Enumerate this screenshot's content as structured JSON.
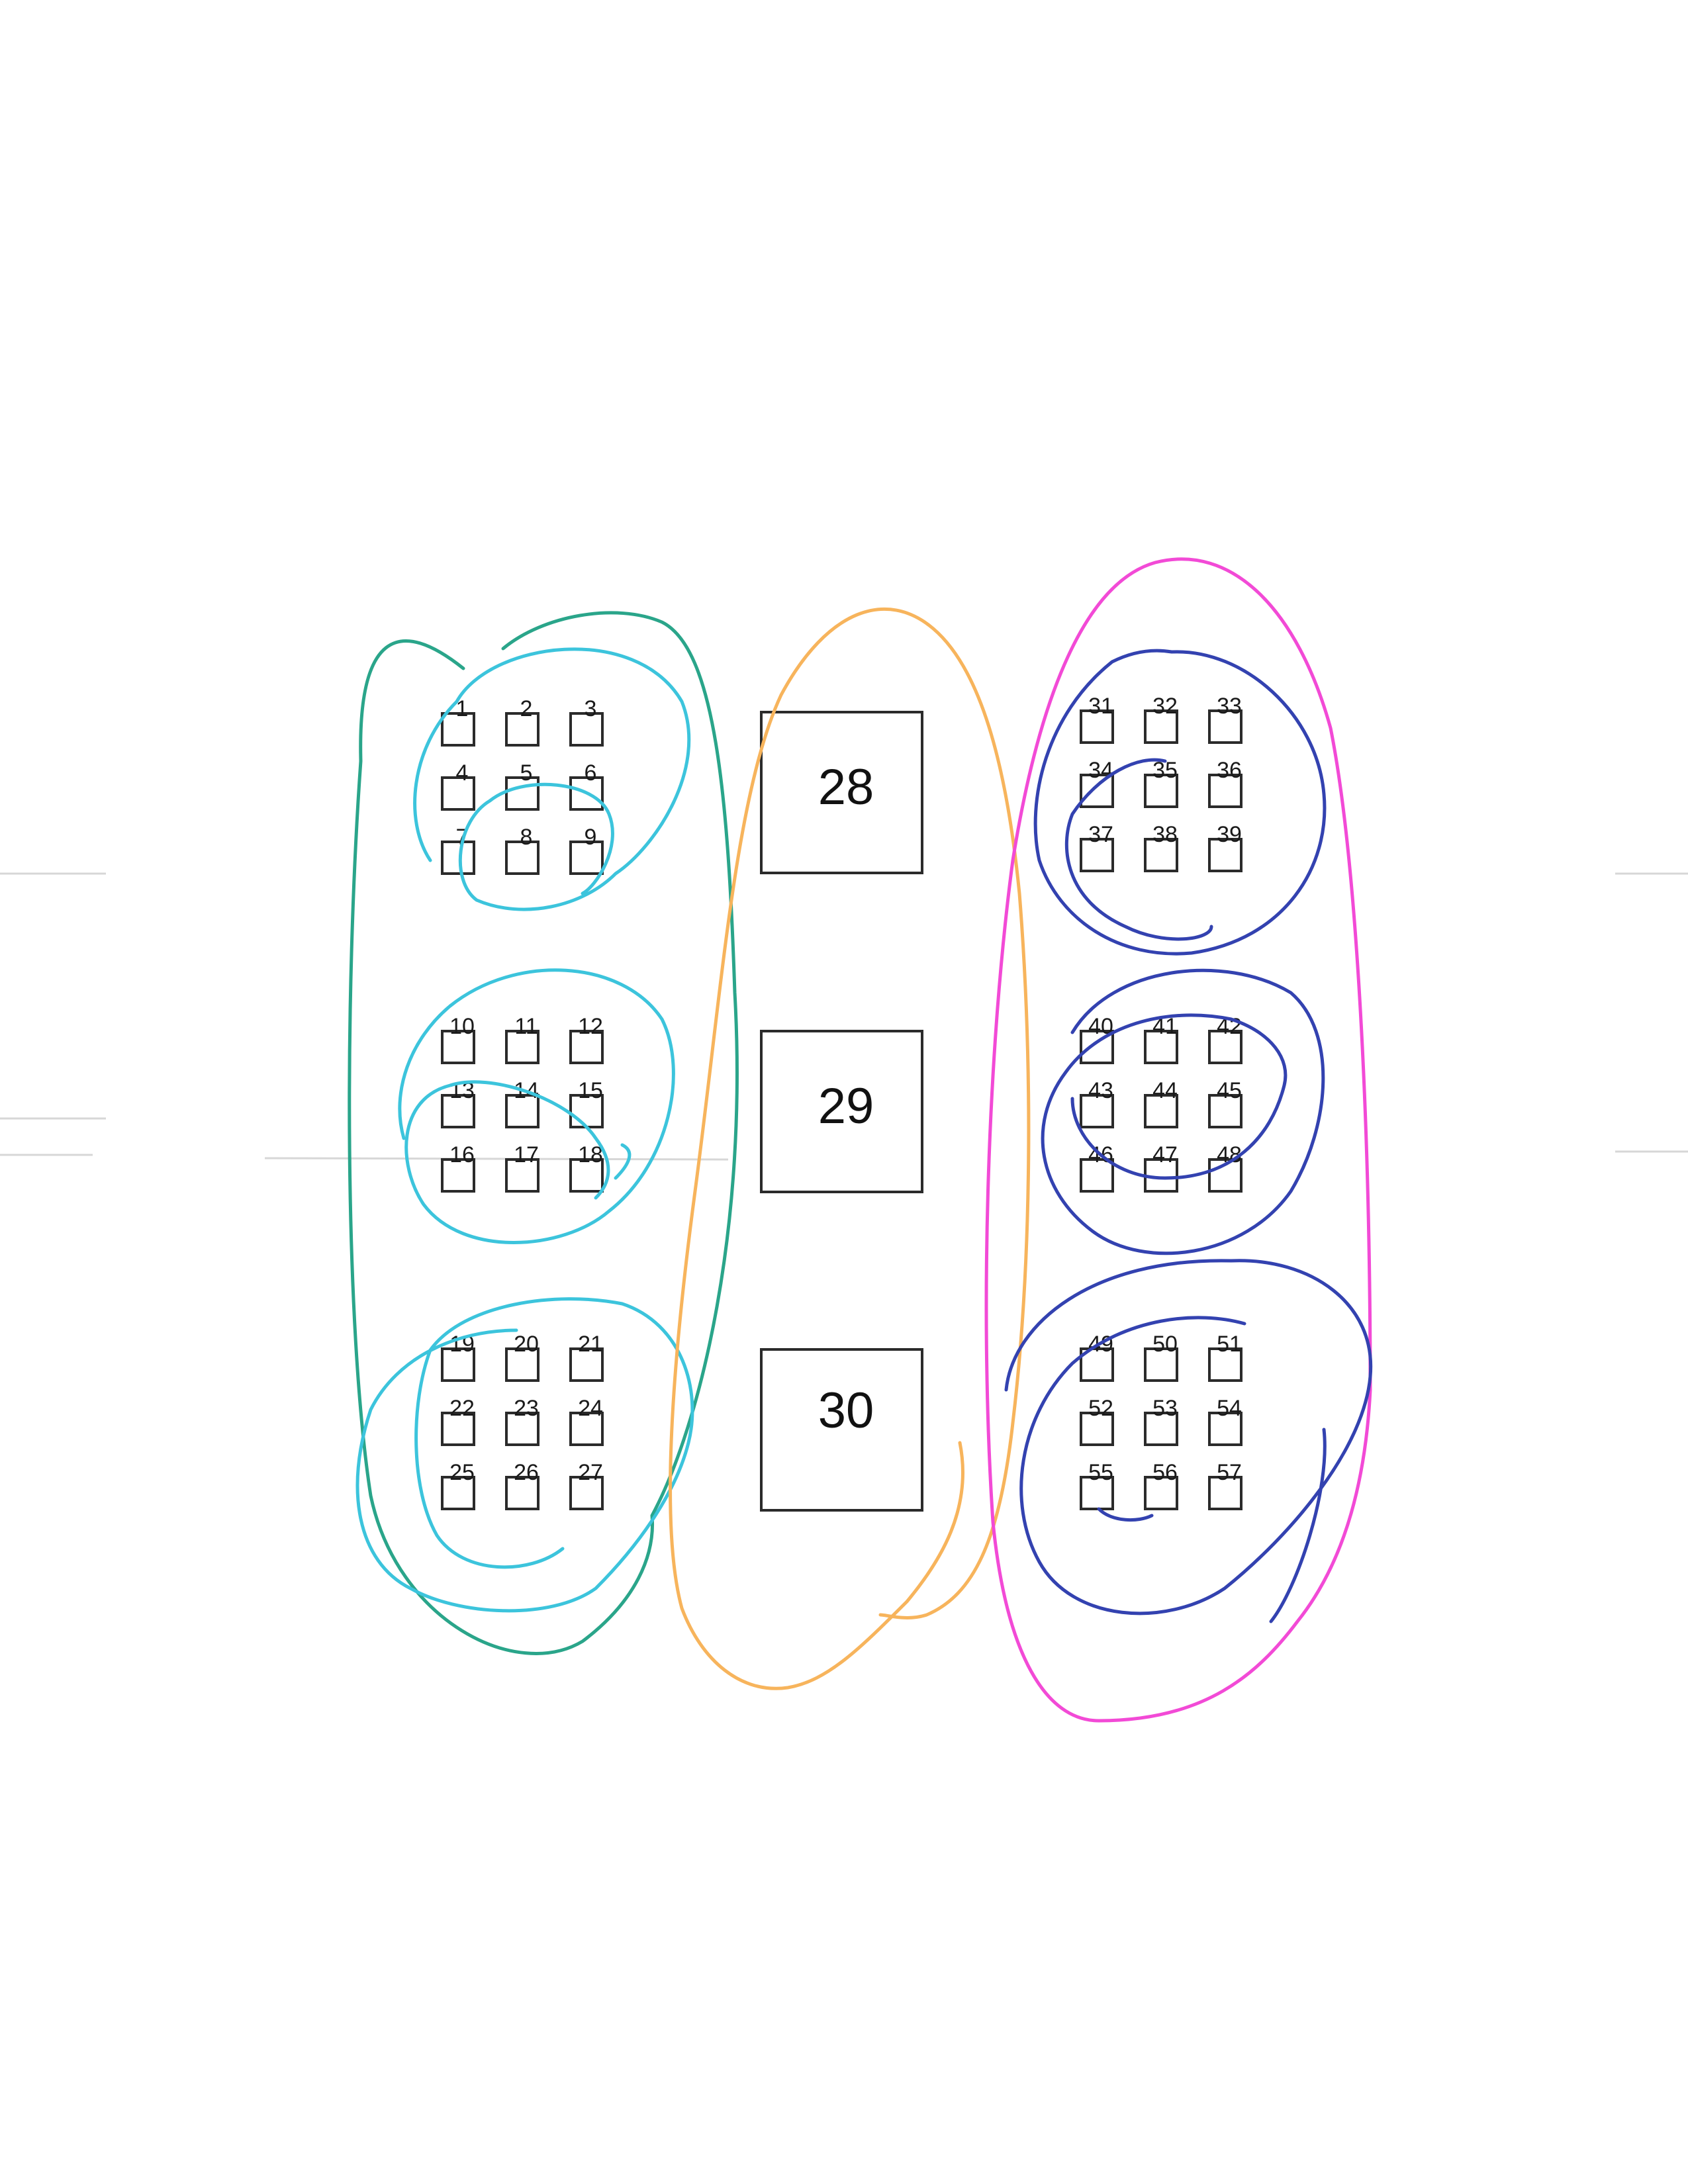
{
  "cluster_labels": [
    [
      "1",
      "2",
      "3",
      "4",
      "5",
      "6",
      "7",
      "8",
      "9"
    ],
    [
      "10",
      "11",
      "12",
      "13",
      "14",
      "15",
      "16",
      "17",
      "18"
    ],
    [
      "19",
      "20",
      "21",
      "22",
      "23",
      "24",
      "25",
      "26",
      "27"
    ],
    [
      "31",
      "32",
      "33",
      "34",
      "35",
      "36",
      "37",
      "38",
      "39"
    ],
    [
      "40",
      "41",
      "42",
      "43",
      "44",
      "45",
      "46",
      "47",
      "48"
    ],
    [
      "49",
      "50",
      "51",
      "52",
      "53",
      "54",
      "55",
      "56",
      "57"
    ]
  ],
  "big_boxes": [
    "28",
    "29",
    "30"
  ],
  "annotations": {
    "left_column_loop": {
      "color": "#2aa58a"
    },
    "left_cluster_loops": {
      "color": "#3cc4dc"
    },
    "middle_column_loop": {
      "color": "#f7b45c"
    },
    "right_column_loop": {
      "color": "#f24ad6"
    },
    "right_cluster_loops": {
      "color": "#3342b0"
    }
  }
}
